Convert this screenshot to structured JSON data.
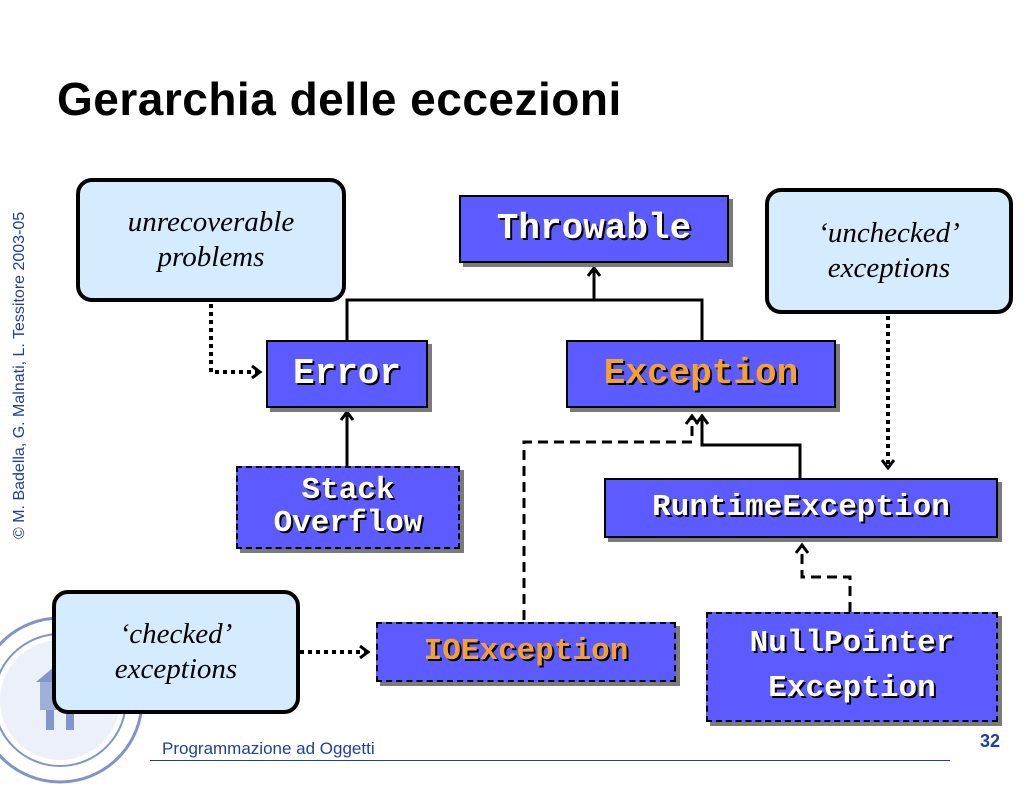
{
  "slide": {
    "title": "Gerarchia delle eccezioni",
    "side_credit": "© M. Badella, G. Malnati, L. Tessitore 2003-05",
    "footer": "Programmazione ad Oggetti",
    "page_number": "32"
  },
  "diagram": {
    "classes": {
      "throwable": "Throwable",
      "error": "Error",
      "exception": "Exception",
      "stack_overflow": "Stack\nOverflow",
      "runtime_exception": "RuntimeException",
      "io_exception": "IOException",
      "null_pointer": "NullPointer\nException"
    },
    "notes": {
      "unrecoverable": "unrecoverable\nproblems",
      "unchecked": "‘unchecked’\nexceptions",
      "checked": "‘checked’\nexceptions"
    }
  },
  "colors": {
    "class_fill": "#5b5bff",
    "note_fill": "#d5ecff",
    "orange_text": "#f5a030",
    "accent_blue": "#1f3fa0"
  }
}
